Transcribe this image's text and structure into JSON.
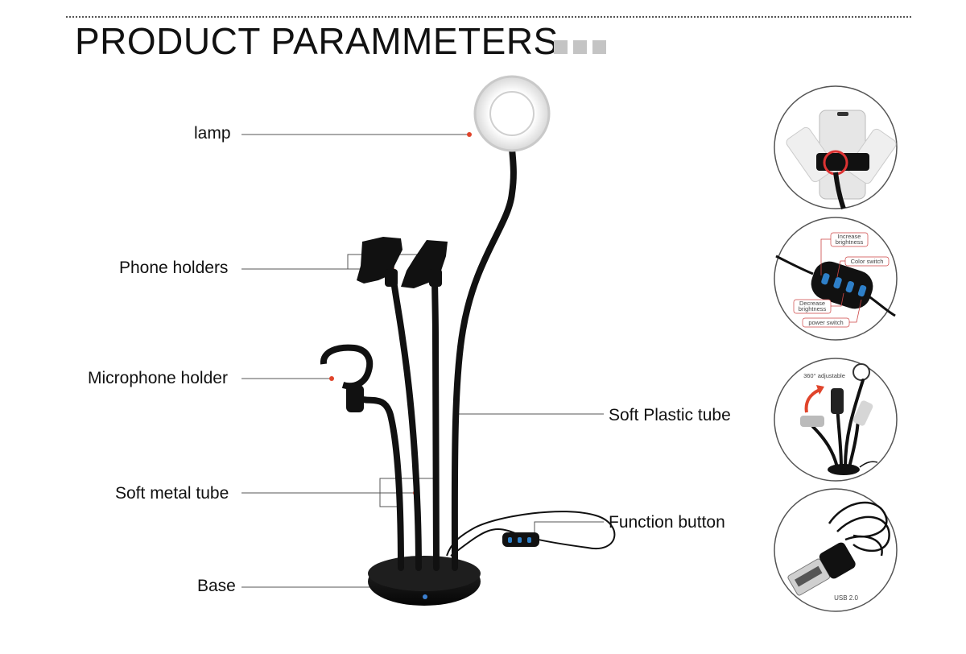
{
  "header": {
    "title": "PRODUCT PARAMMETERS"
  },
  "callouts": {
    "lamp": "lamp",
    "phone_holders": "Phone holders",
    "microphone_holder": "Microphone holder",
    "soft_metal_tube": "Soft metal tube",
    "base": "Base",
    "soft_plastic_tube": "Soft Plastic tube",
    "function_button": "Function button"
  },
  "details": {
    "controller": {
      "increase_brightness_1": "Increase",
      "increase_brightness_2": "brightness",
      "color_switch": "Color switch",
      "decrease_brightness_1": "Decrease",
      "decrease_brightness_2": "brightness",
      "power_switch": "power switch"
    },
    "adjust": {
      "label": "360° adjustable"
    },
    "usb": {
      "label": "USB 2.0"
    }
  },
  "colors": {
    "leader": "#e0442b",
    "product": "#111111",
    "circle_border": "#555555",
    "title_squares": "#c4c4c4",
    "controller_led": "#2e7fc8"
  }
}
